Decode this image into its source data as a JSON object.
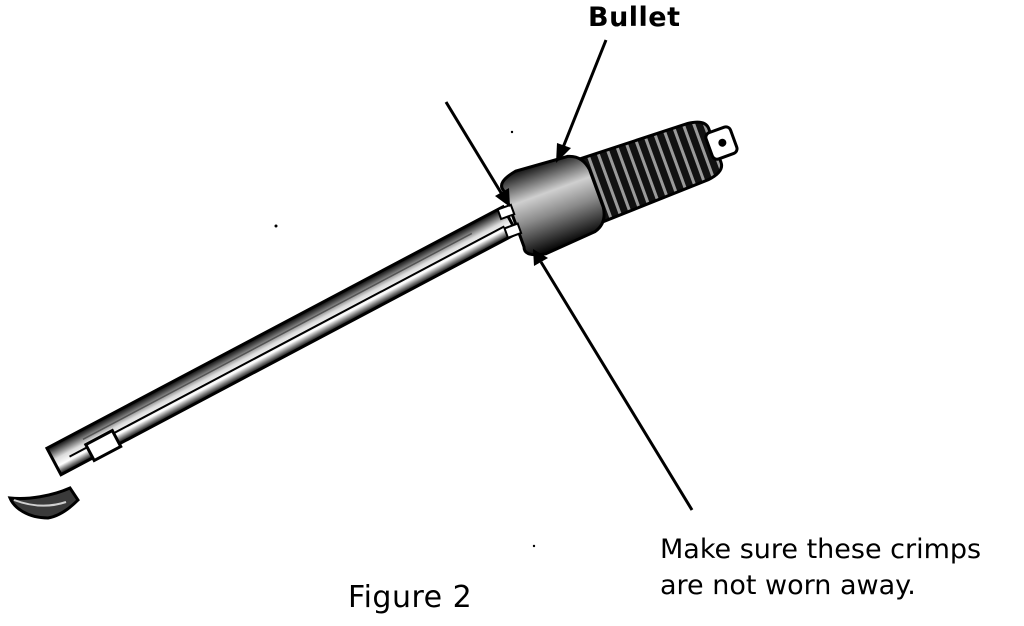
{
  "labels": {
    "bullet": "Bullet",
    "crimp_note_line1": "Make sure these crimps",
    "crimp_note_line2": "are not worn away.",
    "caption": "Figure 2"
  },
  "colors": {
    "ink": "#000000",
    "paper": "#ffffff"
  }
}
